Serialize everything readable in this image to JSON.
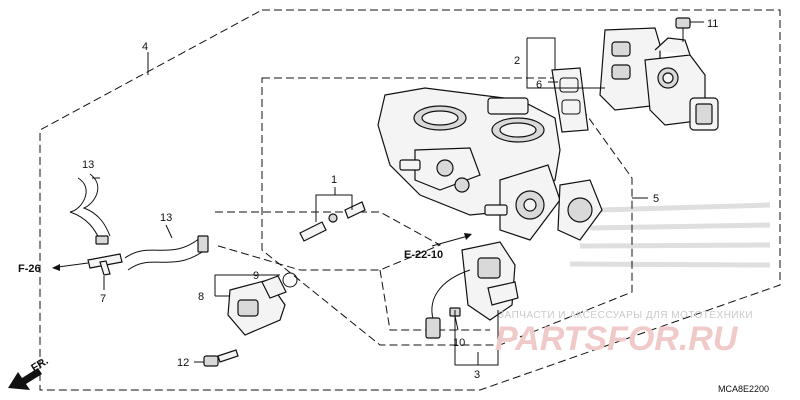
{
  "callouts": {
    "c1": "1",
    "c2": "2",
    "c3": "3",
    "c4": "4",
    "c5": "5",
    "c6": "6",
    "c7": "7",
    "c8": "8",
    "c9": "9",
    "c10": "10",
    "c11": "11",
    "c12": "12",
    "c13a": "13",
    "c13b": "13"
  },
  "refs": {
    "f26": "F-26",
    "e2210": "E-22-10",
    "fr": "FR."
  },
  "diagram_code": "MCA8E2200",
  "watermark": {
    "tagline": "ЗАПЧАСТИ И АКСЕССУАРЫ ДЛЯ МОТОТЕХНИКИ",
    "brand": "PARTSFOR.RU"
  }
}
